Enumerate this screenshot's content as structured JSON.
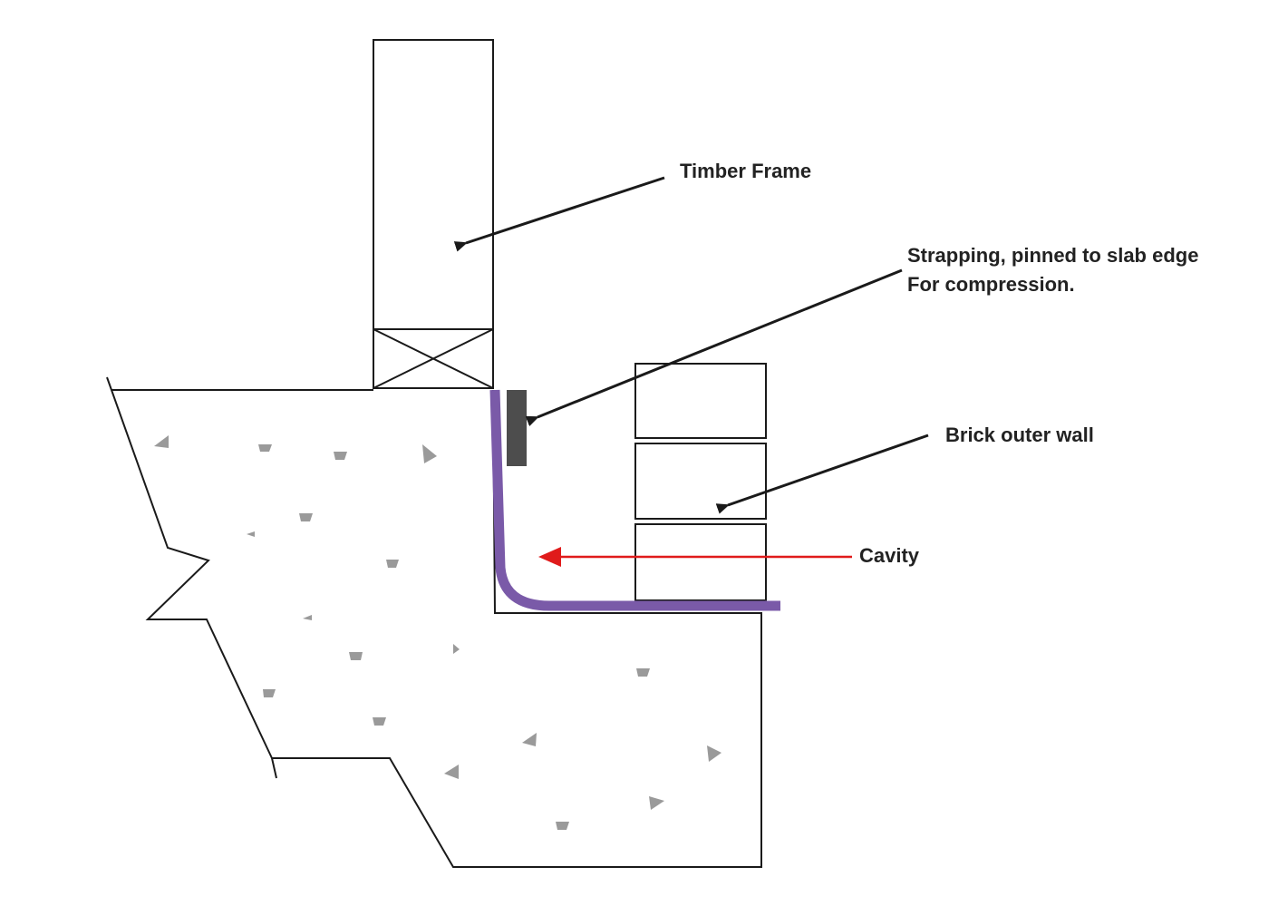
{
  "labels": {
    "timber_frame": "Timber Frame",
    "strapping_line1": "Strapping, pinned to slab edge",
    "strapping_line2": "For compression.",
    "brick_outer_wall": "Brick outer wall",
    "cavity": "Cavity"
  },
  "colors": {
    "outline": "#1a1a1a",
    "membrane": "#7a5aa8",
    "strap": "#4d4d4d",
    "aggregate": "#999999",
    "cavity_arrow": "#e01b1b",
    "label_text": "#222222"
  }
}
